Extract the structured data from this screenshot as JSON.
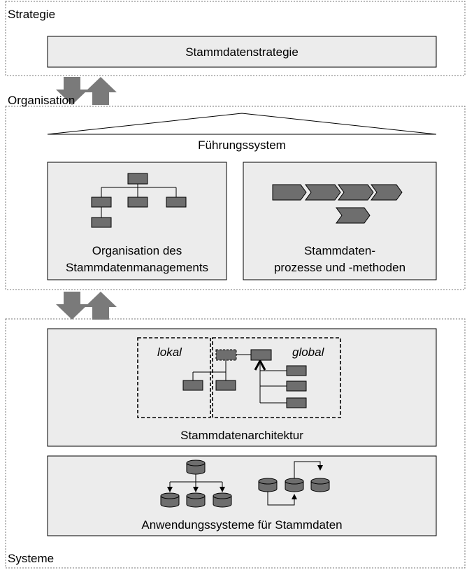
{
  "layers": {
    "strategy": {
      "label": "Strategie",
      "box": "Stammdatenstrategie"
    },
    "organization": {
      "label": "Organisation",
      "roof": "Führungssystem",
      "left_box": {
        "line1": "Organisation des",
        "line2": "Stammdatenmanagements"
      },
      "right_box": {
        "line1": "Stammdaten-",
        "line2": "prozesse und -methoden"
      }
    },
    "systems": {
      "label": "Systeme",
      "architecture": {
        "title": "Stammdatenarchitektur",
        "local": "lokal",
        "global": "global"
      },
      "applications": {
        "title": "Anwendungssysteme für Stammdaten"
      }
    }
  },
  "colors": {
    "panel_fill": "#ececec",
    "shape_fill": "#6e6e6e",
    "arrow_fill": "#7a7a7a",
    "border": "#000000",
    "dotted_border": "#777777"
  },
  "icons": [
    "arrow-down-icon",
    "arrow-up-icon",
    "org-chart-icon",
    "process-chain-icon",
    "database-icon"
  ]
}
